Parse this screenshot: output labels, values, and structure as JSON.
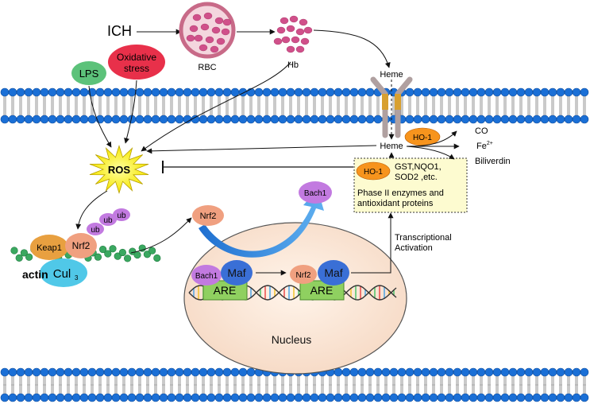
{
  "labels": {
    "ich": "ICH",
    "rbc": "RBC",
    "hb": "Hb",
    "heme_top": "Heme",
    "heme_mid": "Heme",
    "lps": "LPS",
    "oxidative_line1": "Oxidative",
    "oxidative_line2": "stress",
    "ros": "ROS",
    "ho1_right": "HO-1",
    "co": "CO",
    "fe": "Fe",
    "fe_sup": "2+",
    "biliverdin": "Biliverdin",
    "ho1_box": "HO-1",
    "box_line1": "GST,NQO1,",
    "box_line2": "SOD2 ,etc.",
    "box_line3": "Phase II enzymes and",
    "box_line4": "antioxidant proteins",
    "bach1_free": "Bach1",
    "nrf2_free": "Nrf2",
    "ub1": "ub",
    "ub2": "ub",
    "ub3": "ub",
    "keap1": "Keap1",
    "nrf2_complex": "Nrf2",
    "actin": "actin",
    "cul": "Cul",
    "cul_sub": "3",
    "transcriptional": "Transcriptional",
    "activation": "Activation",
    "bach1_dna": "Bach1",
    "maf1": "Maf",
    "are1": "ARE",
    "nrf2_dna": "Nrf2",
    "maf2": "Maf",
    "are2": "ARE",
    "nucleus": "Nucleus"
  },
  "colors": {
    "lipid_head": "#1a6fd6",
    "ros_star": "#fff200",
    "ho1": "#f7941d",
    "lps": "#5cc27a",
    "oxidative": "#e8304a",
    "rbc": "#d9809a",
    "bach1": "#c27ae0",
    "nrf2": "#f0a080",
    "keap1": "#e8a040",
    "cul3": "#50c8e8",
    "maf": "#3a6fd6",
    "are": "#8fd060",
    "actin": "#3aa860",
    "nucleus": "#fbe6d6",
    "box": "#fdfbd0"
  }
}
